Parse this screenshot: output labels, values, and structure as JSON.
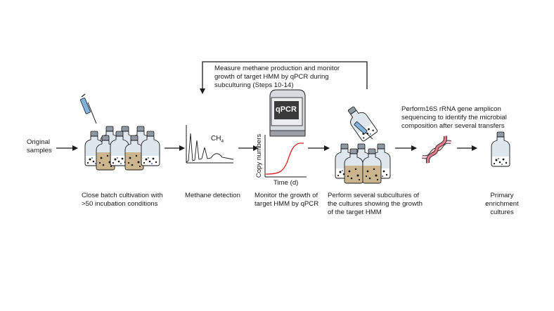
{
  "labels": {
    "original_samples": [
      "Original",
      "samples"
    ],
    "loop_note": [
      "Measure methane production and monitor",
      "growth of target HMM by qPCR during",
      "subculturing (Steps 10-14)"
    ],
    "ch4": "CH",
    "ch4_sub": "4",
    "qpcr_label": "qPCR",
    "copy_numbers": "Copy numbers",
    "time_axis": "Time (d)",
    "sequencing_note": [
      "Perform16S rRNA gene amplicon",
      "sequencing to identify the microbial",
      "composition after several transfers"
    ]
  },
  "captions": {
    "batch": [
      "Close batch cultivation with",
      ">50 incubation conditions"
    ],
    "methane": [
      "Methane detection"
    ],
    "monitor": [
      "Monitor the growth of",
      "target HMM by qPCR"
    ],
    "subculture": [
      "Perform several subcultures of",
      "the cultures showing the growth",
      "of the target HMM"
    ],
    "primary": [
      "Primary",
      "enrichment",
      "cultures"
    ]
  },
  "colors": {
    "ink": "#1a1a1a",
    "bottle": "#dfe7ee",
    "medium_tan": "#cbb58e",
    "growth_curve": "#e02020",
    "cap": "#8f98a2"
  }
}
